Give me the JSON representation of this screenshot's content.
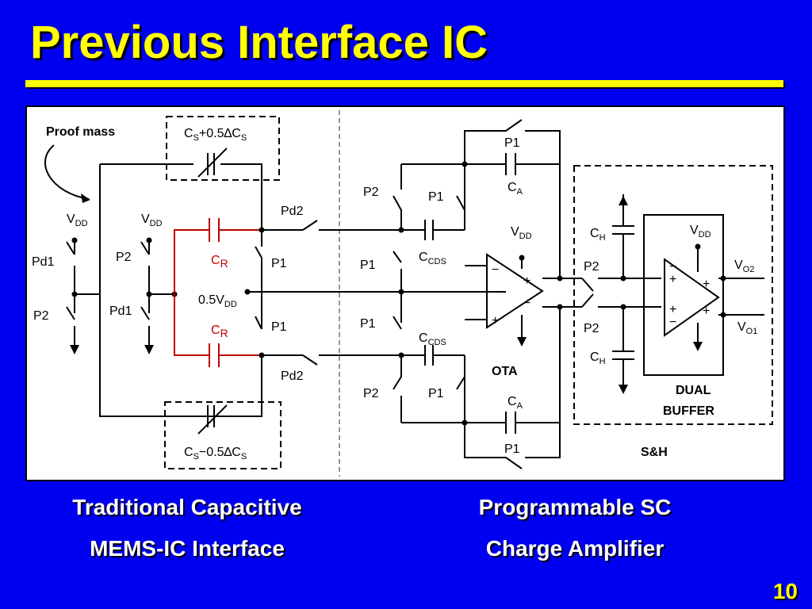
{
  "title": "Previous Interface IC",
  "page_number": "10",
  "captions": {
    "left_line1": "Traditional Capacitive",
    "left_line2": "MEMS-IC Interface",
    "right_line1": "Programmable SC",
    "right_line2": "Charge Amplifier"
  },
  "diagram": {
    "proof_mass": "Proof mass",
    "vdd": "V",
    "vdd_sub": "DD",
    "half_vdd": "0.5V",
    "pd1": "Pd1",
    "pd2": "Pd2",
    "p1": "P1",
    "p2": "P2",
    "cr": "C",
    "cr_sub": "R",
    "cs_plus_a": "C",
    "cs_plus_b": "+0.5∆C",
    "cs_minus_b": "−0.5∆C",
    "cs_sub": "S",
    "ca": "C",
    "ca_sub": "A",
    "ccds": "C",
    "ccds_sub": "CDS",
    "ch": "C",
    "ch_sub": "H",
    "vo": "V",
    "vo2_sub": "O2",
    "vo1_sub": "O1",
    "ota": "OTA",
    "dual": "DUAL",
    "buffer": "BUFFER",
    "sh": "S&H",
    "plus": "+",
    "minus": "−"
  },
  "colors": {
    "background": "#0000f0",
    "title": "#ffff00",
    "highlight": "#c00000"
  }
}
